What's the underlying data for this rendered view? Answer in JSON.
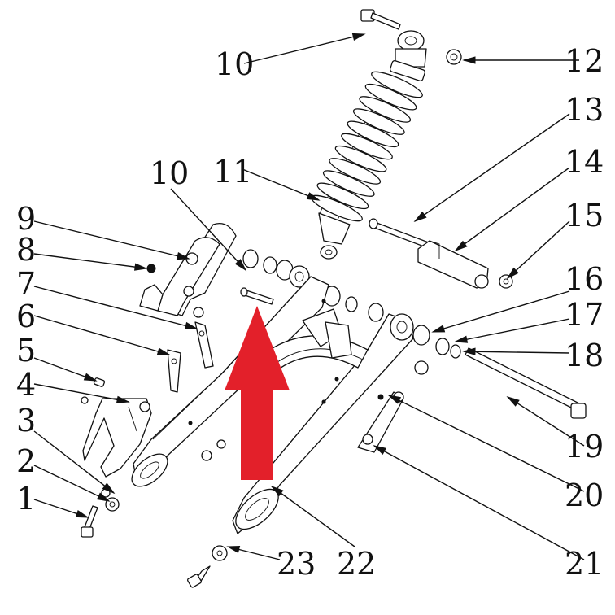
{
  "callouts": [
    {
      "id": "1",
      "text": "1"
    },
    {
      "id": "2",
      "text": "2"
    },
    {
      "id": "3",
      "text": "3"
    },
    {
      "id": "4",
      "text": "4"
    },
    {
      "id": "5",
      "text": "5"
    },
    {
      "id": "6",
      "text": "6"
    },
    {
      "id": "7",
      "text": "7"
    },
    {
      "id": "8",
      "text": "8"
    },
    {
      "id": "9",
      "text": "9"
    },
    {
      "id": "10a",
      "text": "10"
    },
    {
      "id": "10b",
      "text": "10"
    },
    {
      "id": "11",
      "text": "11"
    },
    {
      "id": "12",
      "text": "12"
    },
    {
      "id": "13",
      "text": "13"
    },
    {
      "id": "14",
      "text": "14"
    },
    {
      "id": "15",
      "text": "15"
    },
    {
      "id": "16",
      "text": "16"
    },
    {
      "id": "17",
      "text": "17"
    },
    {
      "id": "18",
      "text": "18"
    },
    {
      "id": "19",
      "text": "19"
    },
    {
      "id": "20",
      "text": "20"
    },
    {
      "id": "21",
      "text": "21"
    },
    {
      "id": "22",
      "text": "22"
    },
    {
      "id": "23",
      "text": "23"
    }
  ],
  "colors": {
    "line": "#111111",
    "background": "#ffffff",
    "arrow": "#e3202a"
  }
}
